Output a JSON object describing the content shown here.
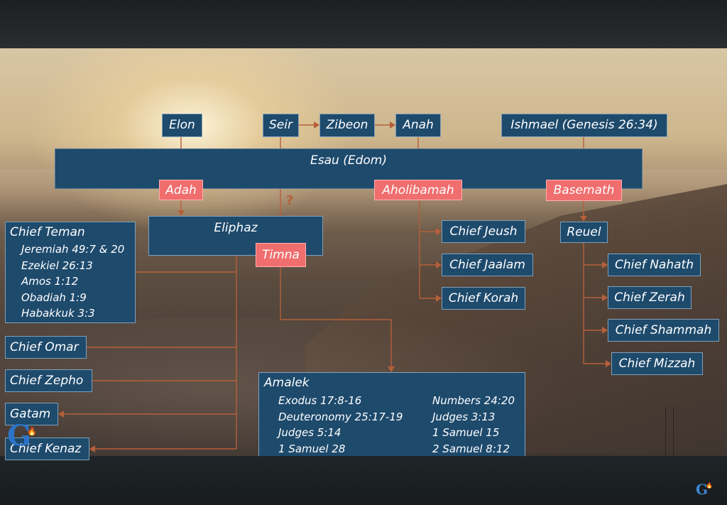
{
  "diagram": {
    "top_row": {
      "elon": "Elon",
      "seir": "Seir",
      "zibeon": "Zibeon",
      "anah": "Anah",
      "ishmael": "Ishmael (Genesis 26:34)"
    },
    "esau": "Esau (Edom)",
    "wives": {
      "adah": "Adah",
      "aholibamah": "Aholibamah",
      "basemath": "Basemath"
    },
    "question_mark": "?",
    "eliphaz": "Eliphaz",
    "timna": "Timna",
    "reuel": "Reuel",
    "chief_teman": {
      "name": "Chief Teman",
      "refs": [
        "Jeremiah 49:7 & 20",
        "Ezekiel 26:13",
        "Amos 1:12",
        "Obadiah 1:9",
        "Habakkuk 3:3"
      ]
    },
    "eliphaz_sons": [
      "Chief Omar",
      "Chief Zepho",
      "Gatam",
      "Chief Kenaz"
    ],
    "aholibamah_sons": [
      "Chief Jeush",
      "Chief Jaalam",
      "Chief Korah"
    ],
    "reuel_sons": [
      "Chief Nahath",
      "Chief Zerah",
      "Chief Shammah",
      "Chief Mizzah"
    ],
    "amalek": {
      "name": "Amalek",
      "refs_left": [
        "Exodus 17:8-16",
        "Deuteronomy 25:17-19",
        "Judges 5:14",
        "1 Samuel 28"
      ],
      "refs_right": [
        "Numbers 24:20",
        "Judges 3:13",
        "1 Samuel 15",
        "2 Samuel 8:12"
      ]
    }
  },
  "logo_letter": "G",
  "colors": {
    "box_fill": "#1e4a6c",
    "wife_fill": "#f06e6e",
    "connector": "#b5603a"
  }
}
